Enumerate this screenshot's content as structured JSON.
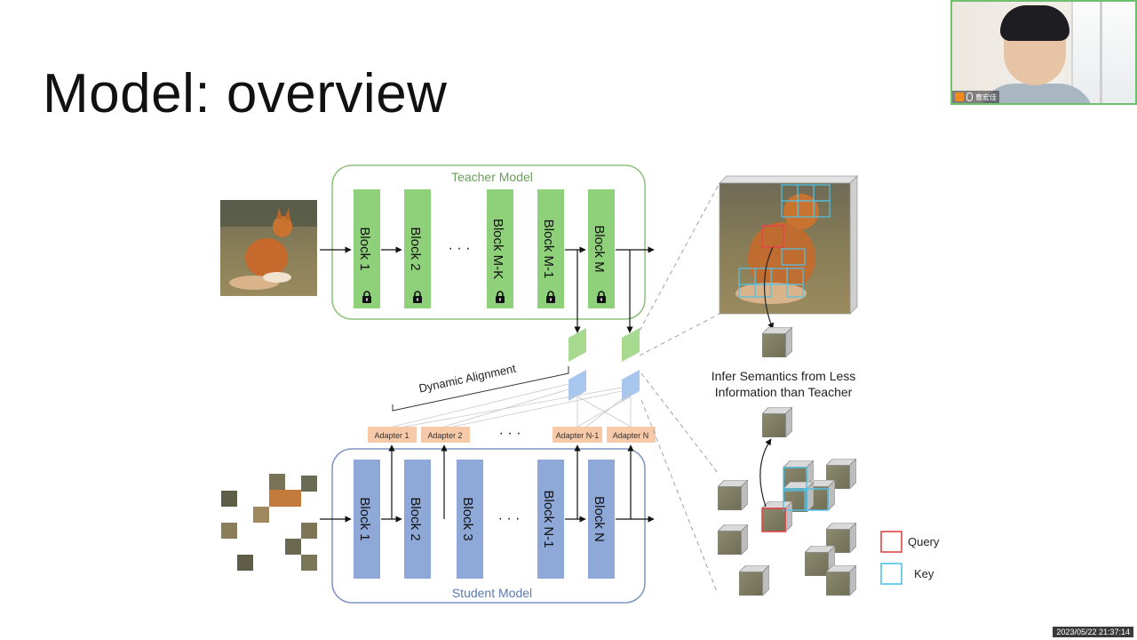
{
  "slide": {
    "title": "Model: overview"
  },
  "teacher": {
    "label": "Teacher Model",
    "blocks": [
      "Block 1",
      "Block 2",
      "Block M-K",
      "Block M-1",
      "Block M"
    ],
    "color": "#8fd07a",
    "border": "#8ec07c"
  },
  "student": {
    "label": "Student Model",
    "blocks": [
      "Block 1",
      "Block 2",
      "Block 3",
      "Block N-1",
      "Block N"
    ],
    "color": "#8ea8d8",
    "border": "#7f96c2"
  },
  "adapters": {
    "labels": [
      "Adapter 1",
      "Adapter 2",
      "Adapter N-1",
      "Adapter N"
    ],
    "color": "#f6c9a8"
  },
  "ellipsis": "· · ·",
  "dynamic_alignment": "Dynamic Alignment",
  "infer": {
    "line1": "Infer Semantics from Less",
    "line2": "Information than Teacher"
  },
  "legend": {
    "query": "Query",
    "key": "Key",
    "query_color": "#e04848",
    "key_color": "#4fc3e8"
  },
  "webcam": {
    "name": "曹宏佳"
  },
  "timestamp": "2023/05/22 21:37:14"
}
